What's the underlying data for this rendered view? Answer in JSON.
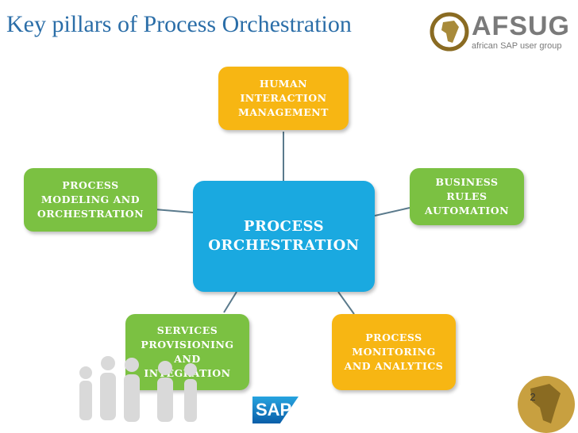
{
  "title": "Key pillars of Process Orchestration",
  "logo": {
    "name": "AFSUG",
    "tagline": "african SAP user group"
  },
  "center": "PROCESS\nORCHESTRATION",
  "pillars": {
    "top": "HUMAN\nINTERACTION\nMANAGEMENT",
    "left": "PROCESS\nMODELING AND\nORCHESTRATION",
    "right": "BUSINESS\nRULES\nAUTOMATION",
    "bottom_left": "SERVICES\nPROVISIONING\nAND\nINTEGRATION",
    "bottom_right": "PROCESS\nMONITORING\nAND ANALYTICS"
  },
  "sap_logo": "SAP",
  "page_number": "2",
  "colors": {
    "title": "#2b6ea8",
    "yellow": "#f7b613",
    "green": "#7bc142",
    "center": "#1aa9e0"
  }
}
